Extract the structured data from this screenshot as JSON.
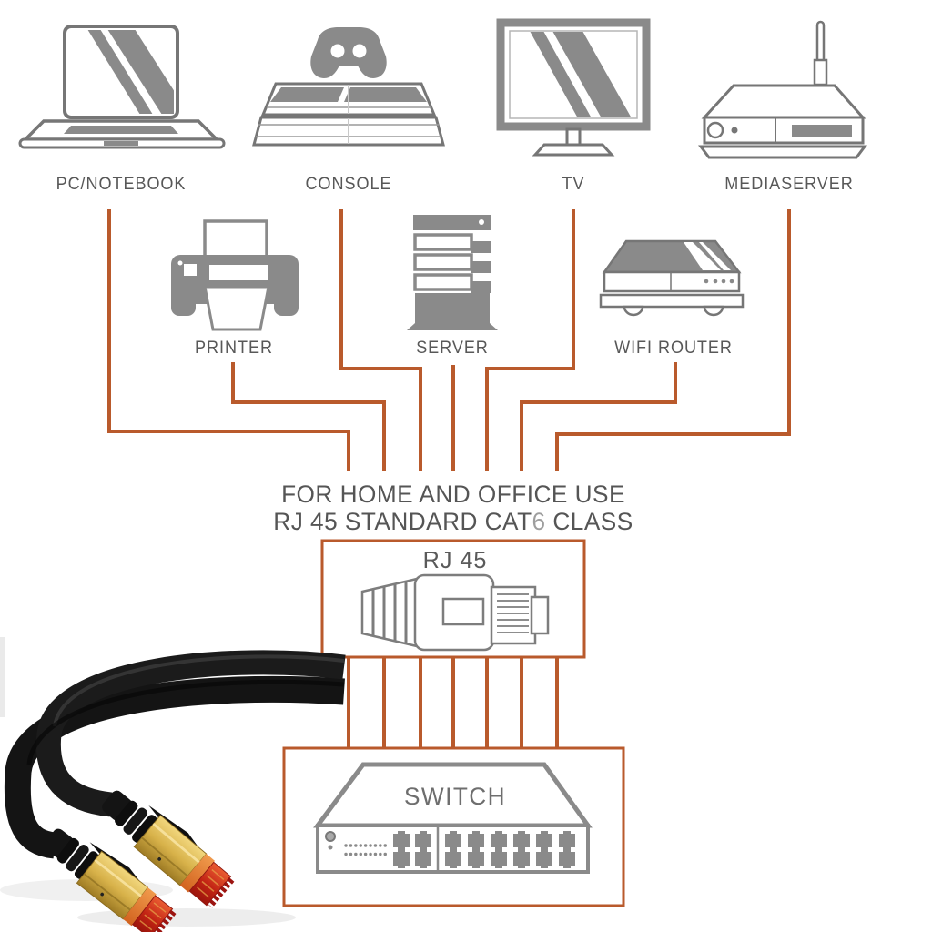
{
  "colors": {
    "line_orange": "#b95a2c",
    "icon_gray": "#8a8a8a",
    "icon_outline": "#767676",
    "label_gray": "#585858",
    "cat6_digit_gray": "#9e9e9e",
    "cable_black": "#161616",
    "connector_gold": "#d8b24a",
    "connector_red": "#c22414"
  },
  "devices": [
    {
      "id": "pc-notebook",
      "label": "PC/NOTEBOOK"
    },
    {
      "id": "console",
      "label": "CONSOLE"
    },
    {
      "id": "tv",
      "label": "TV"
    },
    {
      "id": "mediaserver",
      "label": "MEDIASERVER"
    },
    {
      "id": "printer",
      "label": "PRINTER"
    },
    {
      "id": "server",
      "label": "SERVER"
    },
    {
      "id": "wifi-router",
      "label": "WIFI ROUTER"
    }
  ],
  "center_text": {
    "line1": "FOR HOME AND OFFICE USE",
    "line2_prefix": "RJ 45 STANDARD CAT",
    "line2_digit": "6",
    "line2_suffix": " CLASS"
  },
  "rj45_box": {
    "label": "RJ 45"
  },
  "switch_box": {
    "label": "SWITCH"
  }
}
